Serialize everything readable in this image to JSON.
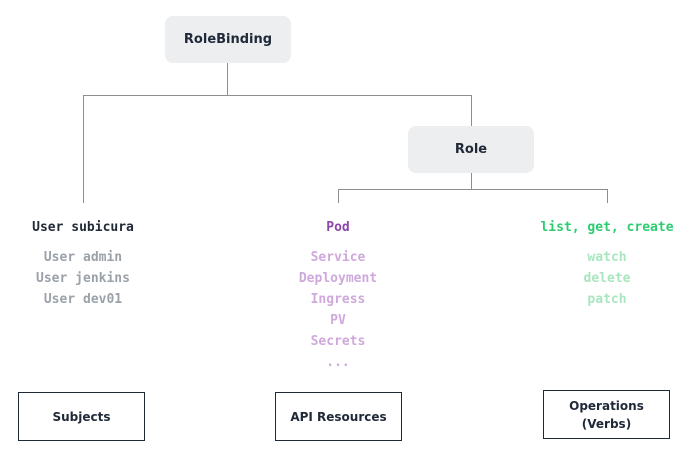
{
  "rolebinding": {
    "label": "RoleBinding"
  },
  "role": {
    "label": "Role"
  },
  "subjects": {
    "primary": "User subicura",
    "items": [
      "User admin",
      "User jenkins",
      "User dev01"
    ],
    "box_label": "Subjects"
  },
  "resources": {
    "primary": "Pod",
    "items": [
      "Service",
      "Deployment",
      "Ingress",
      "PV",
      "Secrets",
      "..."
    ],
    "box_label": "API Resources"
  },
  "verbs": {
    "primary": "list, get, create",
    "items": [
      "watch",
      "delete",
      "patch"
    ],
    "box_label_line1": "Operations",
    "box_label_line2": "(Verbs)"
  },
  "colors": {
    "subjects_primary": "#1f2937",
    "subjects_items": "#9aa1a9",
    "resources_primary": "#8e44ad",
    "resources_items": "#cfa9dc",
    "verbs_primary": "#2ecc71",
    "verbs_items": "#a8e6c0",
    "connector": "#8a8f94",
    "box_fill": "#eceeef"
  }
}
